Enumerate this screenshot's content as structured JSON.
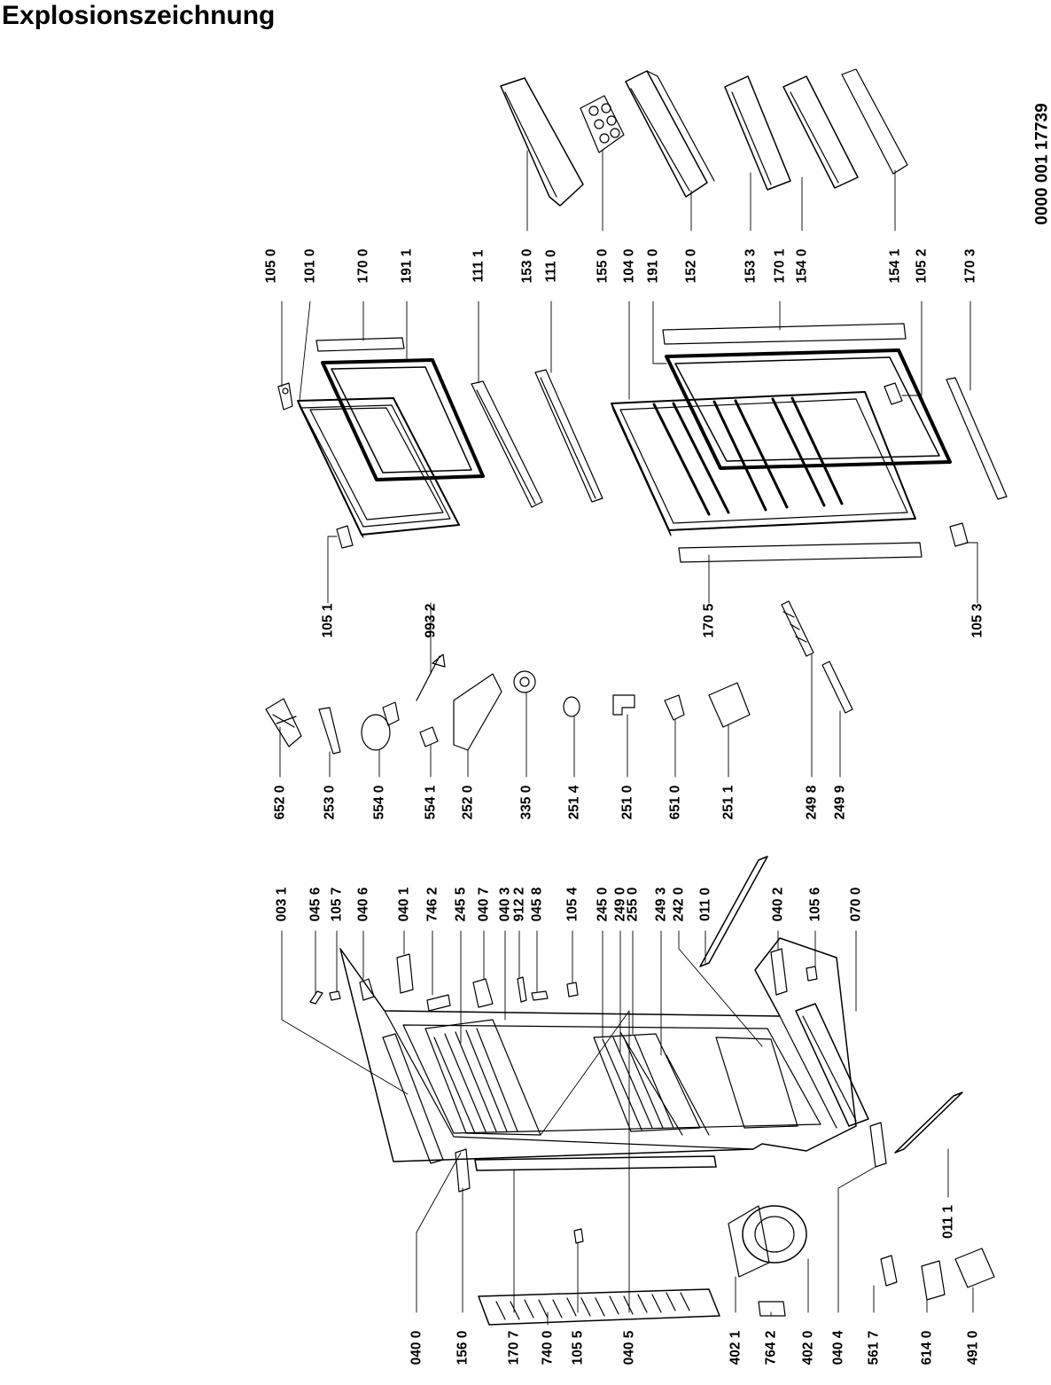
{
  "title": "Explosionszeichnung",
  "document_number": "0000  001 17739",
  "part_labels": [
    {
      "id": "105_0",
      "text": "105 0"
    },
    {
      "id": "101_0",
      "text": "101 0"
    },
    {
      "id": "170_0",
      "text": "170 0"
    },
    {
      "id": "191_1",
      "text": "191 1"
    },
    {
      "id": "111_1",
      "text": "111 1"
    },
    {
      "id": "153_0",
      "text": "153 0"
    },
    {
      "id": "111_0",
      "text": "111 0"
    },
    {
      "id": "155_0",
      "text": "155 0"
    },
    {
      "id": "104_0",
      "text": "104 0"
    },
    {
      "id": "191_0",
      "text": "191 0"
    },
    {
      "id": "152_0",
      "text": "152 0"
    },
    {
      "id": "153_3",
      "text": "153 3"
    },
    {
      "id": "170_1",
      "text": "170 1"
    },
    {
      "id": "154_0",
      "text": "154 0"
    },
    {
      "id": "154_1",
      "text": "154 1"
    },
    {
      "id": "105_2",
      "text": "105 2"
    },
    {
      "id": "170_3",
      "text": "170 3"
    },
    {
      "id": "105_1",
      "text": "105 1"
    },
    {
      "id": "993_2",
      "text": "993 2"
    },
    {
      "id": "170_5",
      "text": "170 5"
    },
    {
      "id": "105_3",
      "text": "105 3"
    },
    {
      "id": "652_0",
      "text": "652 0"
    },
    {
      "id": "253_0",
      "text": "253 0"
    },
    {
      "id": "554_0",
      "text": "554 0"
    },
    {
      "id": "554_1",
      "text": "554 1"
    },
    {
      "id": "252_0",
      "text": "252 0"
    },
    {
      "id": "335_0",
      "text": "335 0"
    },
    {
      "id": "251_4",
      "text": "251 4"
    },
    {
      "id": "251_0",
      "text": "251 0"
    },
    {
      "id": "651_0",
      "text": "651 0"
    },
    {
      "id": "251_1",
      "text": "251 1"
    },
    {
      "id": "249_8",
      "text": "249 8"
    },
    {
      "id": "249_9",
      "text": "249 9"
    },
    {
      "id": "003_1",
      "text": "003 1"
    },
    {
      "id": "045_6",
      "text": "045 6"
    },
    {
      "id": "105_7",
      "text": "105 7"
    },
    {
      "id": "040_6",
      "text": "040 6"
    },
    {
      "id": "040_1",
      "text": "040 1"
    },
    {
      "id": "746_2",
      "text": "746 2"
    },
    {
      "id": "245_5",
      "text": "245 5"
    },
    {
      "id": "040_7",
      "text": "040 7"
    },
    {
      "id": "040_3",
      "text": "040 3"
    },
    {
      "id": "912_2",
      "text": "912 2"
    },
    {
      "id": "045_8",
      "text": "045 8"
    },
    {
      "id": "105_4",
      "text": "105 4"
    },
    {
      "id": "245_0",
      "text": "245 0"
    },
    {
      "id": "249_0",
      "text": "249 0"
    },
    {
      "id": "255_0",
      "text": "255 0"
    },
    {
      "id": "249_3",
      "text": "249 3"
    },
    {
      "id": "242_0",
      "text": "242 0"
    },
    {
      "id": "011_0",
      "text": "011 0"
    },
    {
      "id": "040_2",
      "text": "040 2"
    },
    {
      "id": "105_6",
      "text": "105 6"
    },
    {
      "id": "070_0",
      "text": "070 0"
    },
    {
      "id": "011_1",
      "text": "011 1"
    },
    {
      "id": "040_0",
      "text": "040 0"
    },
    {
      "id": "156_0",
      "text": "156 0"
    },
    {
      "id": "170_7",
      "text": "170 7"
    },
    {
      "id": "740_0",
      "text": "740 0"
    },
    {
      "id": "105_5",
      "text": "105 5"
    },
    {
      "id": "040_5",
      "text": "040 5"
    },
    {
      "id": "402_1",
      "text": "402 1"
    },
    {
      "id": "764_2",
      "text": "764 2"
    },
    {
      "id": "402_0",
      "text": "402 0"
    },
    {
      "id": "040_4",
      "text": "040 4"
    },
    {
      "id": "561_7",
      "text": "561 7"
    },
    {
      "id": "614_0",
      "text": "614 0"
    },
    {
      "id": "491_0",
      "text": "491 0"
    }
  ]
}
